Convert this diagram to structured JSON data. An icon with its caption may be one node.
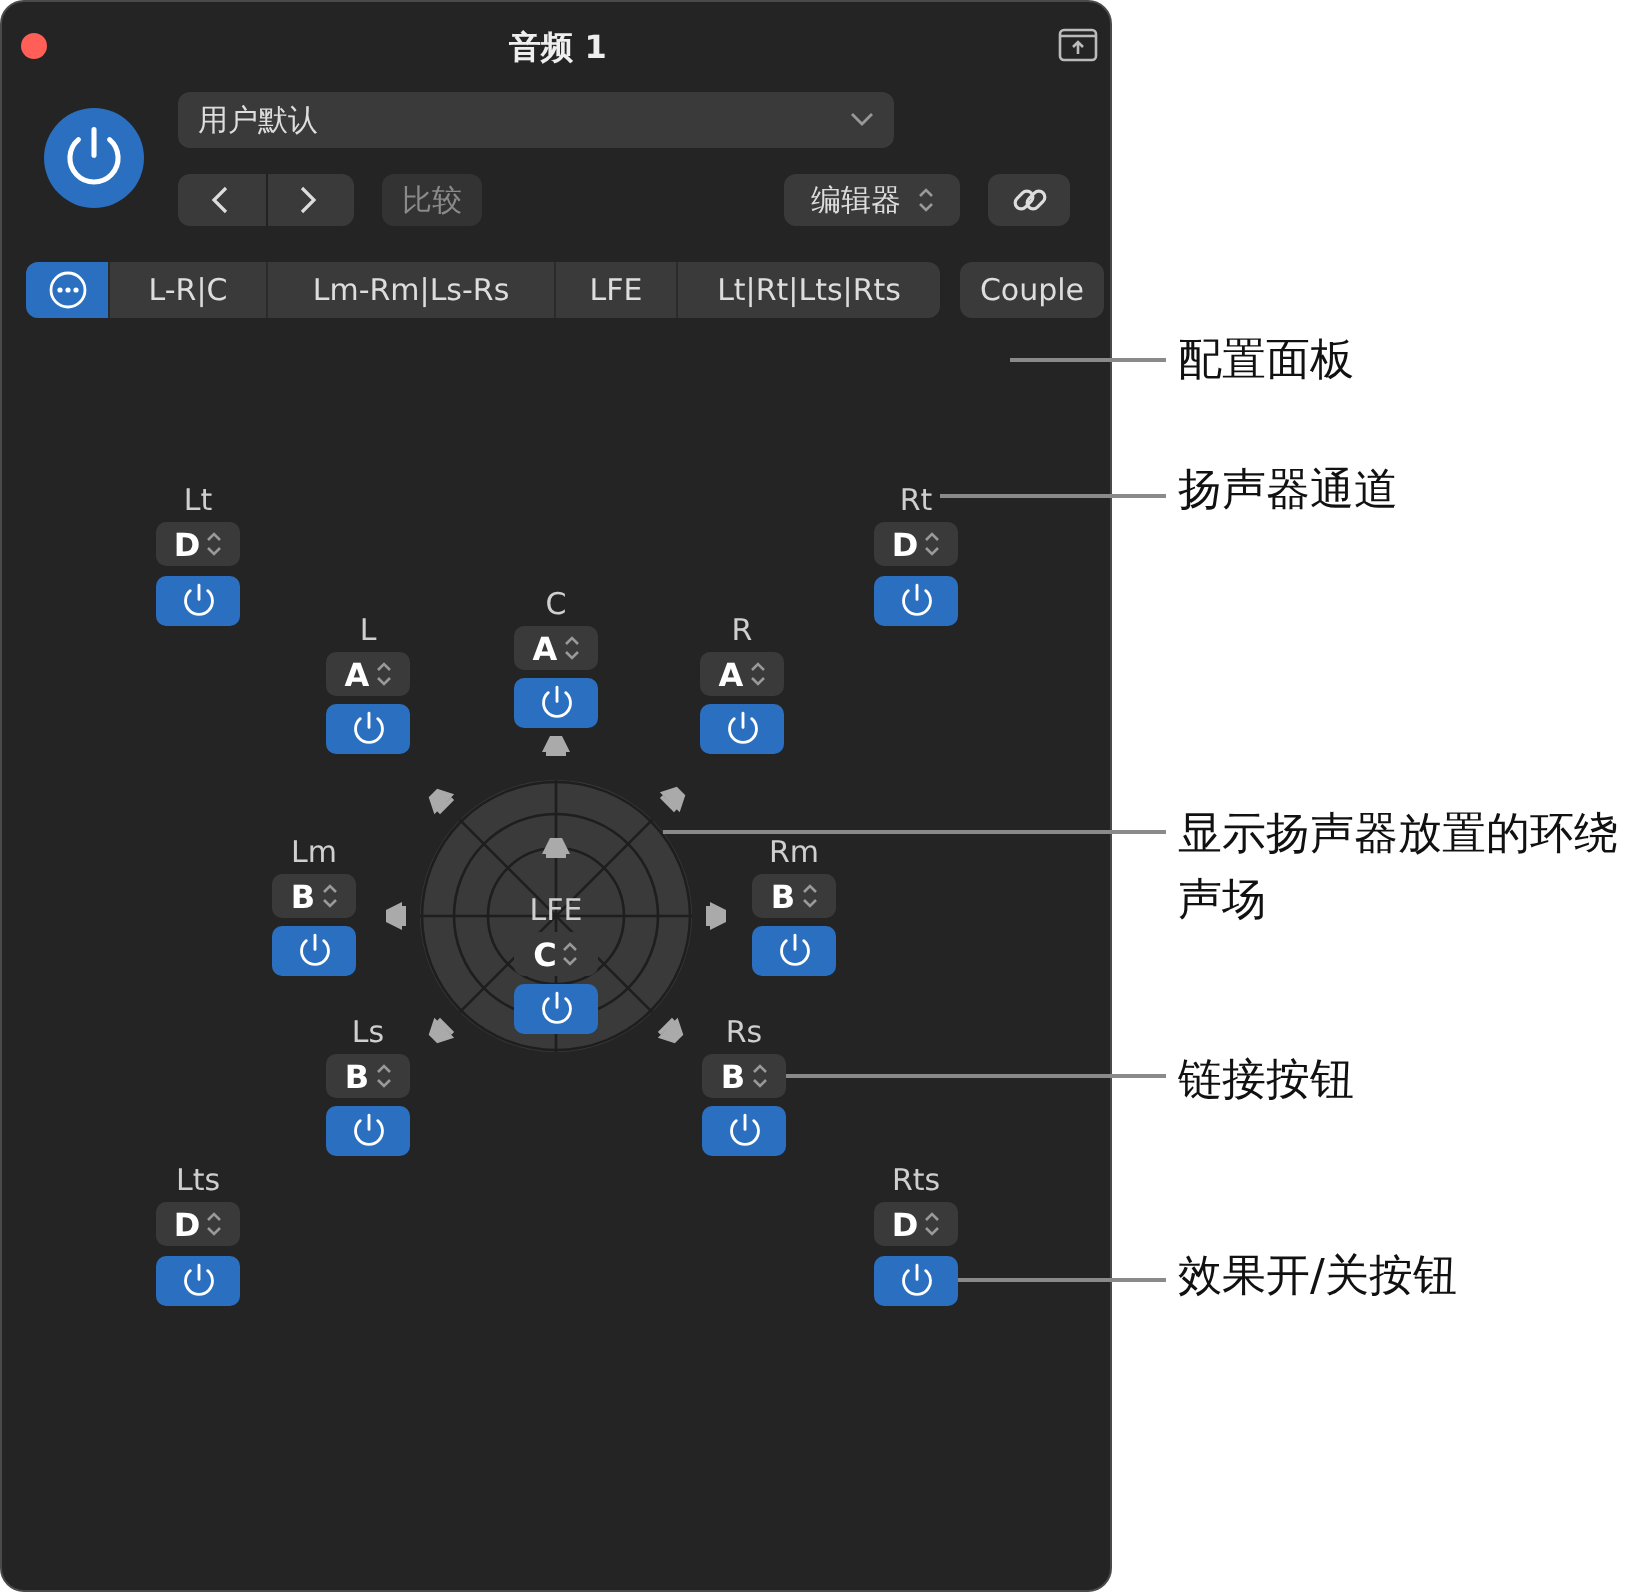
{
  "diagram": {
    "nodes": [
      {
        "text": [],
        "shape": "button"
      },
      {
        "text": [],
        "shape": "button"
      },
      {
        "text": [
          "Lt",
          "D"
        ]
      },
      {
        "text": [],
        "shape": "button"
      },
      {
        "text": [
          "Rt",
          "D"
        ]
      },
      {
        "text": [],
        "shape": "button"
      },
      {
        "text": [
          "L",
          "A"
        ]
      },
      {
        "text": [],
        "shape": "button"
      },
      {
        "text": [
          "C",
          "A"
        ]
      },
      {
        "text": [],
        "shape": "button"
      },
      {
        "text": [
          "R",
          "A"
        ]
      },
      {
        "text": [],
        "shape": "button"
      },
      {
        "text": [],
        "shape": "circle"
      },
      {
        "text": [
          "Lm",
          "B"
        ]
      },
      {
        "text": [],
        "shape": "button"
      },
      {
        "text": [
          "LFE",
          "C"
        ],
        "in": 12
      },
      {
        "text": [],
        "shape": "button",
        "in": 12
      },
      {
        "text": [
          "Rm",
          "B"
        ]
      },
      {
        "text": [],
        "shape": "button"
      },
      {
        "text": [
          "Ls",
          "B"
        ]
      },
      {
        "text": [],
        "shape": "button"
      },
      {
        "text": [
          "Rs",
          "B"
        ]
      },
      {
        "text": [],
        "shape": "button"
      },
      {
        "text": [
          "Lts",
          "D"
        ]
      },
      {
        "text": [],
        "shape": "button"
      },
      {
        "text": [
          "Rts",
          "D"
        ]
      },
      {
        "text": [],
        "shape": "button"
      },
      {
        "text": [
          "配置面板"
        ]
      },
      {
        "text": [
          "扬声器通道"
        ]
      },
      {
        "text": [
          "显示扬声器放置的环绕声场"
        ]
      },
      {
        "text": [
          "链接按钮"
        ]
      },
      {
        "text": [
          "效果开/关按钮"
        ]
      }
    ],
    "edges": [
      {
        "from": 27,
        "to": null,
        "arrow": "none"
      },
      {
        "from": 28,
        "to": 4,
        "arrow": "none"
      },
      {
        "from": 29,
        "to": 12,
        "arrow": "none"
      },
      {
        "from": 30,
        "to": 21,
        "arrow": "none"
      },
      {
        "from": 31,
        "to": 26,
        "arrow": "none"
      }
    ],
    "labels": [
      "音频 1",
      "用户默认",
      "比较",
      "编辑器",
      "L-R|C",
      "Lm-Rm|Ls-Rs",
      "LFE",
      "Lt|Rt|Lts|Rts",
      "Couple"
    ]
  }
}
